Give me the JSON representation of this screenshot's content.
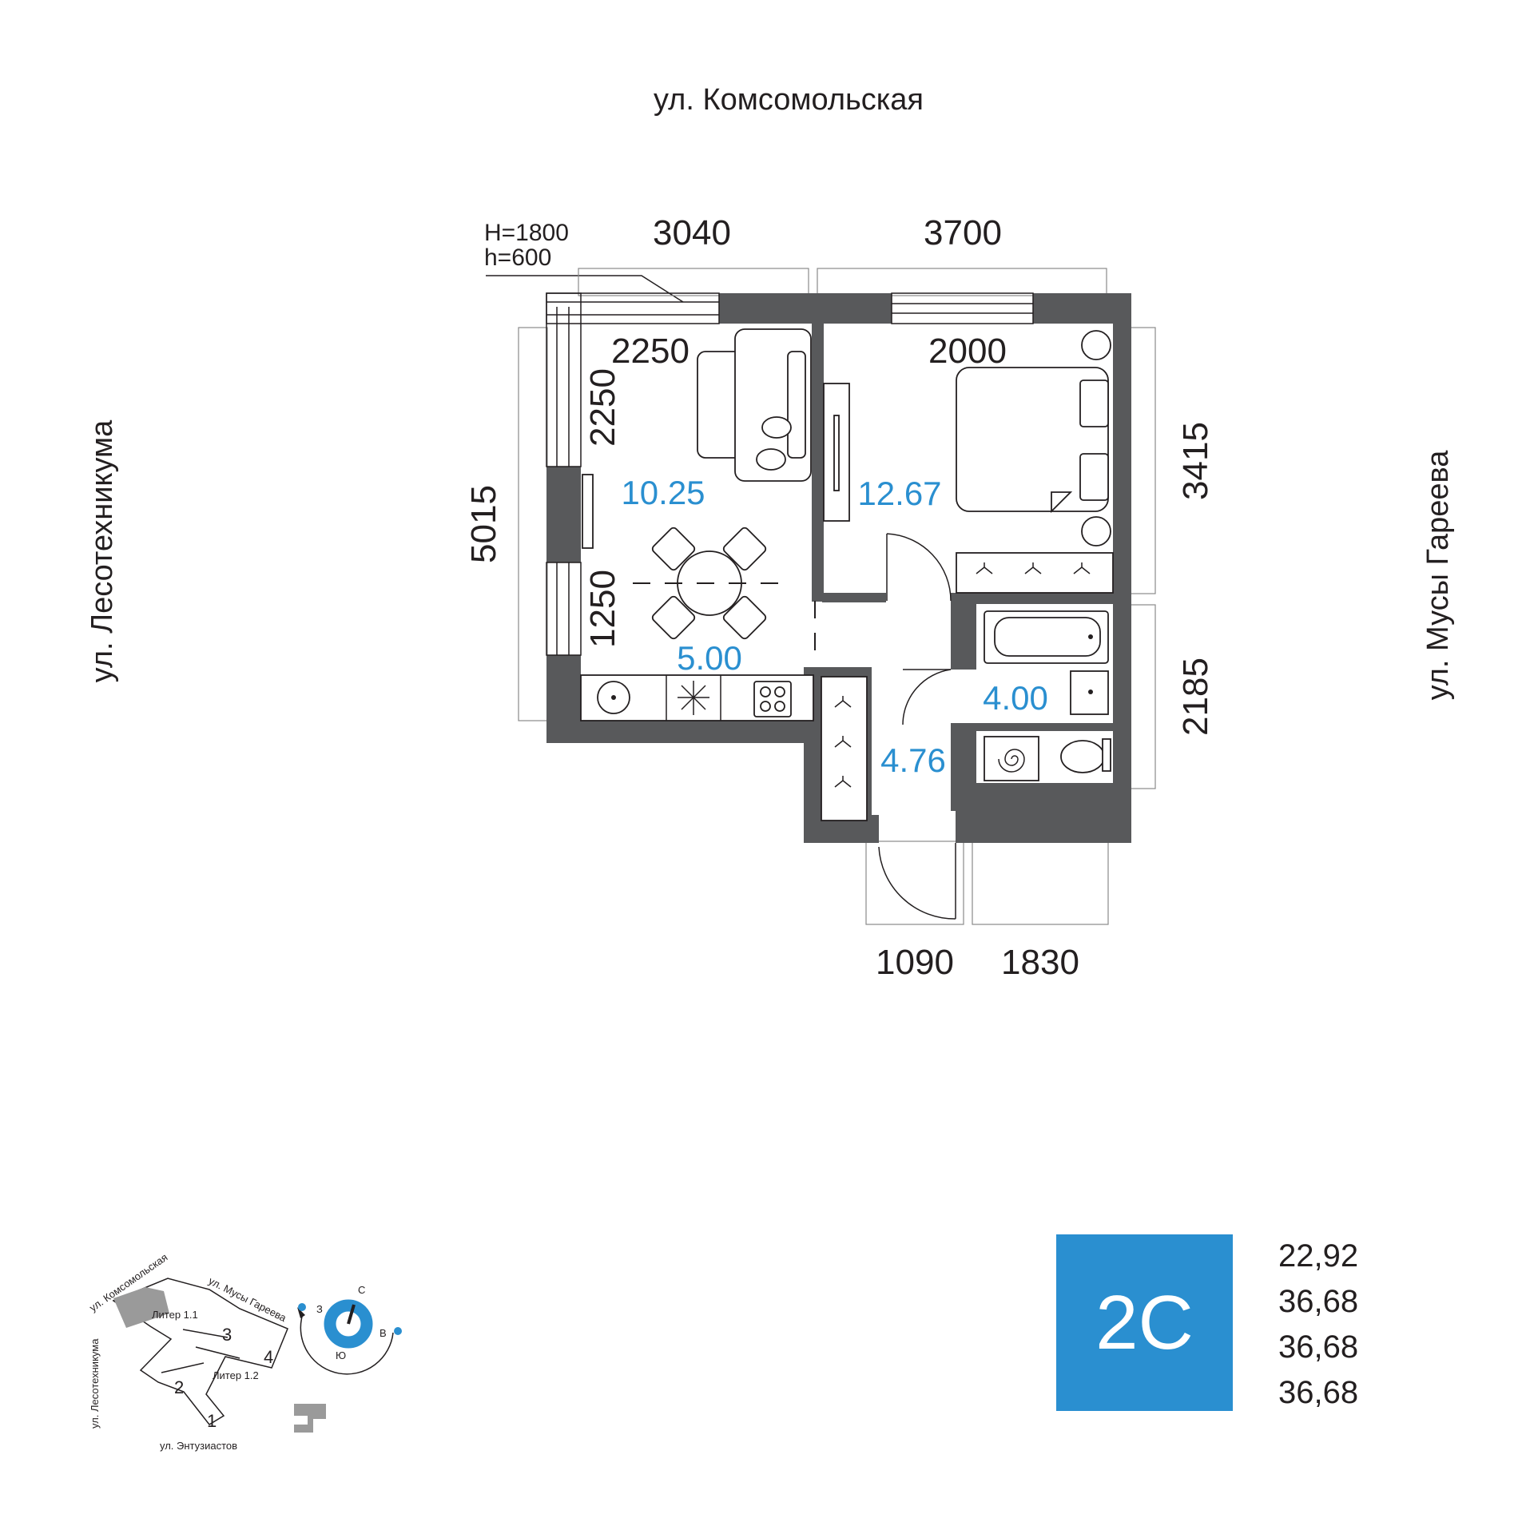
{
  "streets": {
    "top": "ул. Комсомольская",
    "left": "ул. Лесотехникума",
    "right": "ул. Мусы Гареева"
  },
  "window_note": {
    "line1": "H=1800",
    "line2": "h=600"
  },
  "dimensions": {
    "top_left": "3040",
    "top_right": "3700",
    "kitchen_window": "2250",
    "kitchen_side_window": "2250",
    "bedroom_window": "2000",
    "left_total": "5015",
    "kitchen_lower": "1250",
    "right_upper": "3415",
    "right_lower": "2185",
    "bottom_left": "1090",
    "bottom_right": "1830"
  },
  "rooms": {
    "kitchen_living": "10.25",
    "kitchen_zone": "5.00",
    "bedroom": "12.67",
    "bathroom": "4.00",
    "hall": "4.76"
  },
  "mini_map": {
    "street_top": "ул. Комсомольская",
    "street_right": "ул. Мусы Гареева",
    "street_left": "ул. Лесотехникума",
    "street_bottom": "ул. Энтузиастов",
    "liter_1": "Литер 1.1",
    "liter_2": "Литер 1.2",
    "sections": [
      "1",
      "2",
      "3",
      "4"
    ],
    "compass": {
      "north": "С",
      "south": "Ю",
      "west": "З",
      "east": "В"
    }
  },
  "apartment": {
    "type_label": "2С",
    "accent_color": "#2a8fd0",
    "wall_color": "#58595b",
    "areas": [
      "22,92",
      "36,68",
      "36,68",
      "36,68"
    ]
  }
}
